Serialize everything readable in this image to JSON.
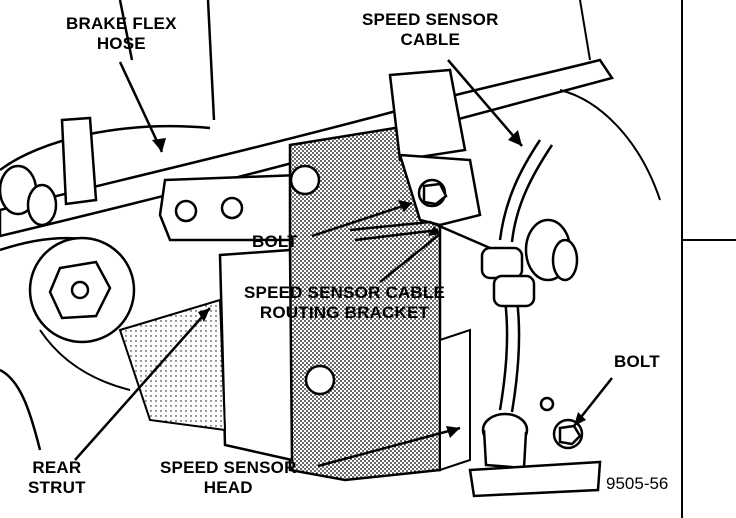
{
  "labels": {
    "brake_flex_hose": [
      "BRAKE FLEX",
      "HOSE"
    ],
    "speed_sensor_cable": [
      "SPEED SENSOR",
      "CABLE"
    ],
    "bolt_center": "BOLT",
    "routing_bracket": [
      "SPEED SENSOR CABLE",
      "ROUTING BRACKET"
    ],
    "bolt_right": "BOLT",
    "rear_strut": [
      "REAR",
      "STRUT"
    ],
    "speed_sensor_head": [
      "SPEED SENSOR",
      "HEAD"
    ]
  },
  "figure_number": "9505-56",
  "colors": {
    "ink": "#000000",
    "paper": "#ffffff",
    "shade": "#8c8c8c"
  }
}
